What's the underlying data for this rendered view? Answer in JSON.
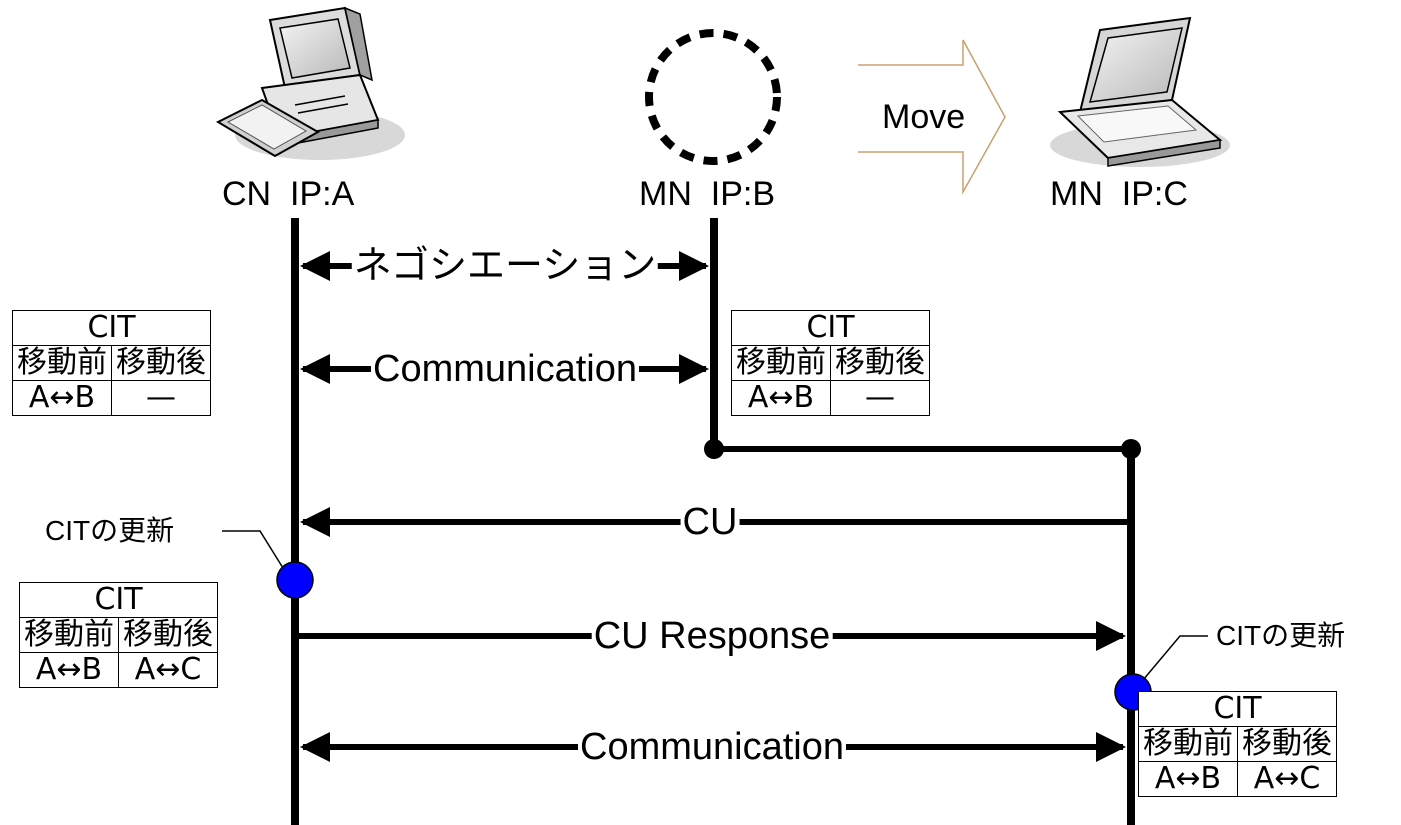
{
  "nodes": {
    "cn": {
      "name": "CN",
      "ip": "IP:A"
    },
    "mn_before": {
      "name": "MN",
      "ip": "IP:B"
    },
    "mn_after": {
      "name": "MN",
      "ip": "IP:C"
    }
  },
  "move_label": "Move",
  "messages": {
    "negotiation": "ネゴシエーション",
    "communication_before": "Communication",
    "cu": "CU",
    "cu_response": "CU Response",
    "communication_after": "Communication"
  },
  "update_note": "CITの更新",
  "cit_tables": [
    {
      "title": "CIT",
      "before_header": "移動前",
      "after_header": "移動後",
      "before_value": "A↔B",
      "after_value": "—"
    },
    {
      "title": "CIT",
      "before_header": "移動前",
      "after_header": "移動後",
      "before_value": "A↔B",
      "after_value": "—"
    },
    {
      "title": "CIT",
      "before_header": "移動前",
      "after_header": "移動後",
      "before_value": "A↔B",
      "after_value": "A↔C"
    },
    {
      "title": "CIT",
      "before_header": "移動前",
      "after_header": "移動後",
      "before_value": "A↔B",
      "after_value": "A↔C"
    }
  ],
  "colors": {
    "update_marker": "#0000ff",
    "move_arrow": "#c8a070"
  }
}
